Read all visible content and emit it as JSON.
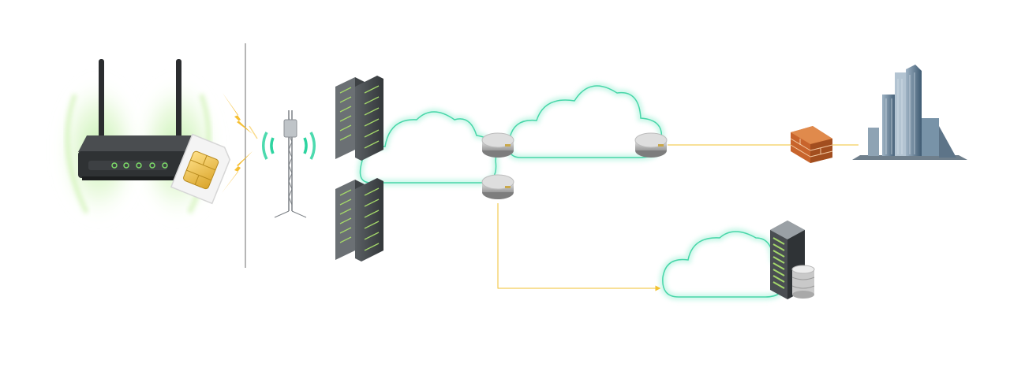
{
  "diagram": {
    "nodes": [
      {
        "id": "router",
        "icon": "wifi-router-icon"
      },
      {
        "id": "sim-card",
        "icon": "sim-card-icon"
      },
      {
        "id": "signal-bolts",
        "icon": "lightning-bolt-icon"
      },
      {
        "id": "cell-tower",
        "icon": "cell-tower-icon"
      },
      {
        "id": "server-rack-upper",
        "icon": "server-rack-icon"
      },
      {
        "id": "server-rack-lower",
        "icon": "server-rack-icon"
      },
      {
        "id": "cloud-left",
        "icon": "cloud-icon"
      },
      {
        "id": "cloud-center",
        "icon": "cloud-icon"
      },
      {
        "id": "cloud-bottom",
        "icon": "cloud-icon"
      },
      {
        "id": "network-router-1",
        "icon": "network-router-puck-icon"
      },
      {
        "id": "network-router-2",
        "icon": "network-router-puck-icon"
      },
      {
        "id": "network-router-3",
        "icon": "network-router-puck-icon"
      },
      {
        "id": "firewall",
        "icon": "brick-firewall-icon"
      },
      {
        "id": "office-building",
        "icon": "office-building-icon"
      },
      {
        "id": "data-server",
        "icon": "server-with-database-icon"
      }
    ],
    "links": [
      {
        "from": "network-router-2",
        "to": "firewall",
        "style": "yellow-line"
      },
      {
        "from": "firewall",
        "to": "office-building",
        "style": "yellow-line"
      },
      {
        "from": "network-router-3",
        "to": "cloud-bottom",
        "style": "yellow-arrow"
      }
    ],
    "colors": {
      "glow": "#5de3c0",
      "router_glow": "#8fe06a",
      "link": "#f2c230",
      "bolt": "#f5b81c"
    }
  }
}
